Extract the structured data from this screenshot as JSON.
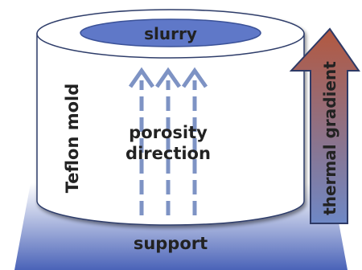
{
  "labels": {
    "slurry": "slurry",
    "mold": "Teflon mold",
    "porosity_line1": "porosity",
    "porosity_line2": "direction",
    "gradient": "thermal gradient",
    "support": "support"
  },
  "colors": {
    "support_top": "#ffffff",
    "support_bottom": "#4a63b8",
    "slurry_fill": "#5f78c8",
    "slurry_stroke": "#3b5298",
    "cylinder_fill": "#ffffff",
    "cylinder_stroke": "#2f3d6a",
    "porosity_arrow": "#7e93c4",
    "gradient_top": "#b3583f",
    "gradient_bottom": "#6e88c6",
    "gradient_stroke": "#2e3a66",
    "text": "#222222"
  },
  "icons": {
    "porosity_arrows": "dashed-up-arrow-icon",
    "gradient_arrow": "block-up-arrow-icon"
  }
}
